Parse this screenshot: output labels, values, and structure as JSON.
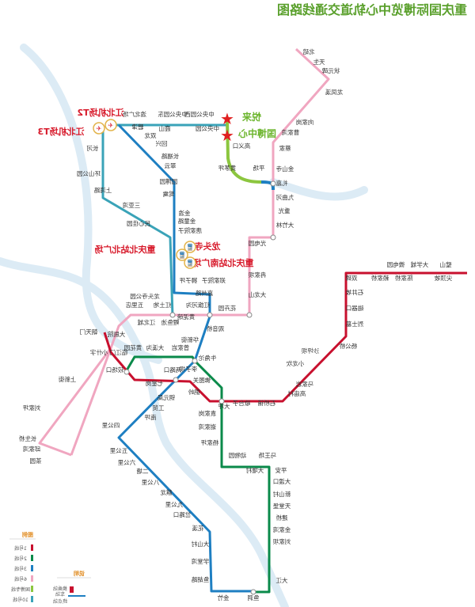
{
  "title": "重庆国际博览中心轨道交通线路图",
  "colors": {
    "line1": "#c8102e",
    "line2": "#0a8a4a",
    "line3": "#1e7fc2",
    "line6": "#f0a6c0",
    "line10": "#3aa3b8",
    "guobo": "#8cc63f",
    "river": "#dcebf5"
  },
  "landmarks": [
    "江北机场T2",
    "江北机场T3",
    "龙头寺",
    "重庆北站北广场",
    "重庆北站南广场"
  ],
  "venues": [
    "悦来",
    "国博中心"
  ],
  "stations": [
    "北碚",
    "天生",
    "状元碑",
    "龙凤溪",
    "向家岗",
    "曹家湾",
    "蔡家",
    "金山寺",
    "礼嘉",
    "九曲河",
    "重光",
    "大竹林",
    "光电园",
    "冉家坝",
    "大龙山",
    "花卉园",
    "璧山",
    "大学城",
    "微电园",
    "尖顶坡",
    "陈家桥",
    "赖家桥",
    "双碑",
    "石井坡",
    "磁器口",
    "烈士墓",
    "杨公桥",
    "沙坪坝",
    "小龙坎",
    "马家岩",
    "高庙村",
    "石桥铺",
    "歇台子",
    "大坪",
    "鹅岭",
    "佛图关",
    "两路口",
    "七星岗",
    "较场口",
    "临江门",
    "小什字",
    "朝天门",
    "大剧院",
    "曾家岩",
    "大溪沟",
    "黄花园",
    "李子坝",
    "牛角沱",
    "袁家岗",
    "谢家湾",
    "杨家坪",
    "动物园",
    "马王场",
    "大堰村",
    "平安",
    "大渡口",
    "新山村",
    "天堂堡",
    "建桥",
    "金家湾",
    "刘家坝",
    "大江",
    "鱼洞",
    "铜元局",
    "工贸",
    "南坪",
    "四公里",
    "五公里",
    "六公里",
    "二塘",
    "八公里",
    "麒龙",
    "九公里",
    "岔路口",
    "花溪",
    "大山村",
    "学堂湾",
    "鱼胡路",
    "金竹",
    "华新街",
    "观音桥",
    "红旗河沟",
    "嘉州路",
    "郑家院子",
    "狮子坪",
    "唐家院子",
    "金童路",
    "金渝",
    "鸳鸯",
    "园博园",
    "翠云",
    "长福路",
    "回兴",
    "双龙",
    "碧津",
    "长河",
    "环山公园",
    "上湾路",
    "三亚湾",
    "民心佳园",
    "龙头寺公园",
    "红土地",
    "五里店",
    "江北城",
    "鲤鱼池",
    "黄泥磅",
    "渝北广场",
    "中央公园东",
    "中央公园西",
    "中央公园",
    "鹿山",
    "高义口",
    "平场",
    "黄茅坪",
    "上新街",
    "刘家坪",
    "长生桥",
    "邱家湾",
    "茶园"
  ],
  "legend": {
    "title": "图例",
    "items": [
      "1号线",
      "2号线",
      "3号线",
      "6号线",
      "国博专线",
      "10号线"
    ],
    "box2_title": "说明",
    "box2_items": [
      "换乘站",
      "车站",
      "终点站"
    ]
  }
}
